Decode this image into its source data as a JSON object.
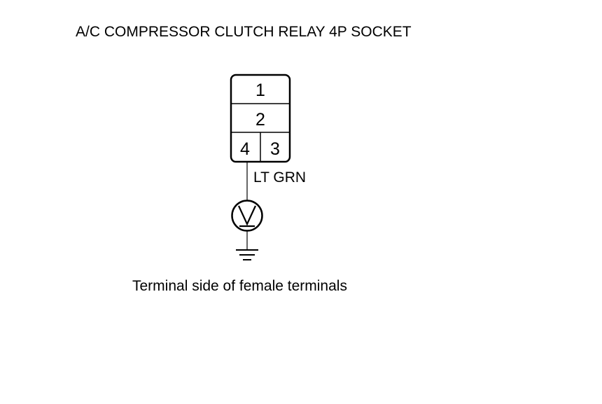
{
  "title": "A/C COMPRESSOR CLUTCH RELAY 4P SOCKET",
  "connector": {
    "terminals": [
      "1",
      "2",
      "4",
      "3"
    ]
  },
  "wire": {
    "color_label": "LT GRN"
  },
  "meter": {
    "symbol": "V"
  },
  "caption": "Terminal side of female terminals"
}
